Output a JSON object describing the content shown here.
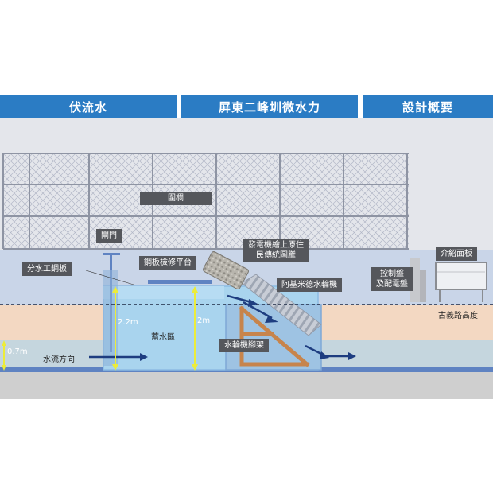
{
  "tabs": [
    {
      "label": "伏流水"
    },
    {
      "label": "屏東二峰圳微水力"
    },
    {
      "label": "設計概要"
    }
  ],
  "labels": {
    "fence": "圍欄",
    "gate": "閘門",
    "diversion_plate": "分水工鋼板",
    "platform": "鋼板檢修平台",
    "totem": "發電機繪上原住\n民傳統圖騰",
    "waterwheel": "阿基米德水輪機",
    "control_panel": "控制盤\n及配電盤",
    "info_board": "介紹面板",
    "road_level": "古義路高度",
    "storage": "蓄水區",
    "wheel_frame": "水輪機腳架",
    "flow_direction": "水流方向"
  },
  "dimensions": {
    "depth_storage": "2.2m",
    "depth_wheel": "2m",
    "depth_stream": "0.7m"
  },
  "colors": {
    "tab_blue": "#2b7cc4",
    "water": "#a9d4ee",
    "arrow_navy": "#1e3d80",
    "frame_orange": "#c7844c",
    "marker_yellow": "#ecec3a",
    "label_gray": "#55575c"
  }
}
